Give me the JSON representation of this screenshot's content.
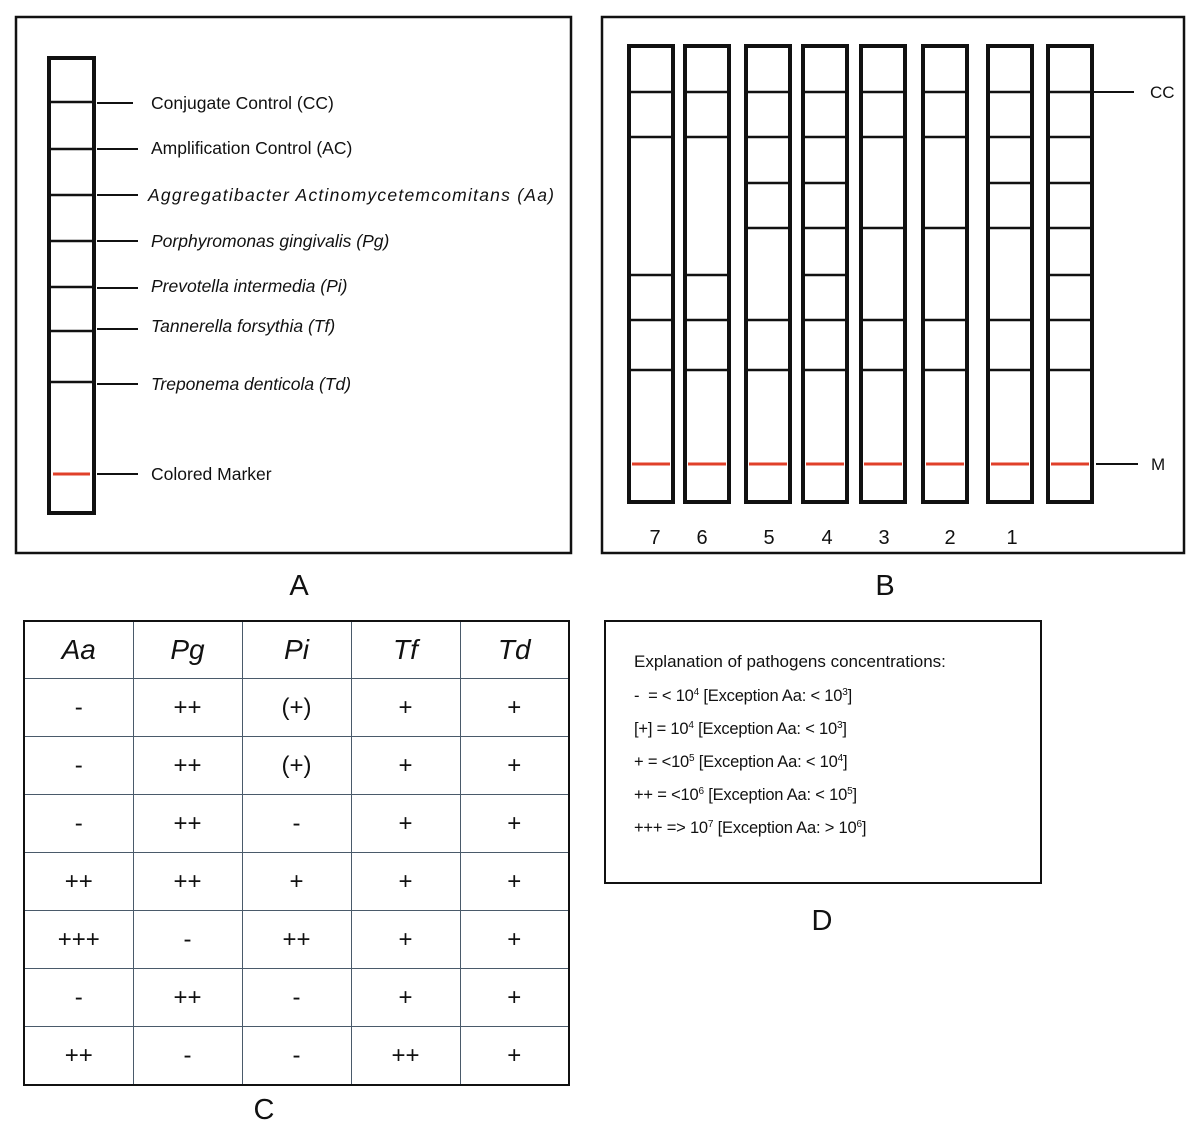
{
  "panel_a": {
    "letter": "A",
    "labels": [
      {
        "text": "Conjugate Control (CC)",
        "italic": false
      },
      {
        "text": "Amplification Control (AC)",
        "italic": false
      },
      {
        "text": "Aggregatibacter Actinomycetemcomitans (Aa)",
        "italic": true
      },
      {
        "text": "Porphyromonas gingivalis (Pg)",
        "italic": true
      },
      {
        "text": "Prevotella intermedia (Pi)",
        "italic": true
      },
      {
        "text": "Tannerella forsythia (Tf)",
        "italic": true
      },
      {
        "text": "Treponema denticola (Td)",
        "italic": true
      },
      {
        "text": "Colored Marker",
        "italic": false
      }
    ],
    "marker_color": "#e0402a"
  },
  "panel_b": {
    "letter": "B",
    "cc_label": "CC",
    "m_label": "M",
    "strip_labels": [
      "7",
      "6",
      "5",
      "4",
      "3",
      "2",
      "1",
      ""
    ],
    "strips": [
      {
        "label": "7",
        "bands": [
          1,
          1,
          0,
          0,
          1,
          1,
          1
        ]
      },
      {
        "label": "6",
        "bands": [
          1,
          1,
          0,
          0,
          1,
          1,
          1
        ]
      },
      {
        "label": "5",
        "bands": [
          1,
          1,
          1,
          1,
          0,
          1,
          1
        ]
      },
      {
        "label": "4",
        "bands": [
          1,
          1,
          1,
          1,
          1,
          1,
          1
        ]
      },
      {
        "label": "3",
        "bands": [
          1,
          1,
          0,
          1,
          0,
          1,
          1
        ]
      },
      {
        "label": "2",
        "bands": [
          1,
          1,
          0,
          1,
          0,
          1,
          1
        ]
      },
      {
        "label": "1",
        "bands": [
          1,
          1,
          1,
          1,
          0,
          1,
          1
        ]
      },
      {
        "label": "",
        "bands": [
          1,
          1,
          1,
          1,
          1,
          1,
          1
        ]
      }
    ]
  },
  "table_c": {
    "letter": "C",
    "headers": [
      "Aa",
      "Pg",
      "Pi",
      "Tf",
      "Td"
    ],
    "rows": [
      [
        "-",
        "++",
        "(+)",
        "+",
        "+"
      ],
      [
        "-",
        "++",
        "(+)",
        "+",
        "+"
      ],
      [
        "-",
        "++",
        "-",
        "+",
        "+"
      ],
      [
        "++",
        "++",
        "+",
        "+",
        "+"
      ],
      [
        "+++",
        "-",
        "++",
        "+",
        "+"
      ],
      [
        "-",
        "++",
        "-",
        "+",
        "+"
      ],
      [
        "++",
        "-",
        "-",
        "++",
        "+"
      ]
    ]
  },
  "panel_d": {
    "letter": "D",
    "title": "Explanation of pathogens concentrations:",
    "lines": [
      {
        "pre": "-  = < 10",
        "sup1": "4",
        "mid": " [Exception Aa: < 10",
        "sup2": "3",
        "post": "]"
      },
      {
        "pre": "[+] = 10",
        "sup1": "4",
        "mid": " [Exception Aa: < 10",
        "sup2": "3",
        "post": "]"
      },
      {
        "pre": "+ = <10",
        "sup1": "5",
        "mid": " [Exception Aa: < 10",
        "sup2": "4",
        "post": "]"
      },
      {
        "pre": "++ = <10",
        "sup1": "6",
        "mid": " [Exception Aa: < 10",
        "sup2": "5",
        "post": "]"
      },
      {
        "pre": "+++ => 10",
        "sup1": "7",
        "mid": " [Exception Aa: > 10",
        "sup2": "6",
        "post": "]"
      }
    ]
  }
}
